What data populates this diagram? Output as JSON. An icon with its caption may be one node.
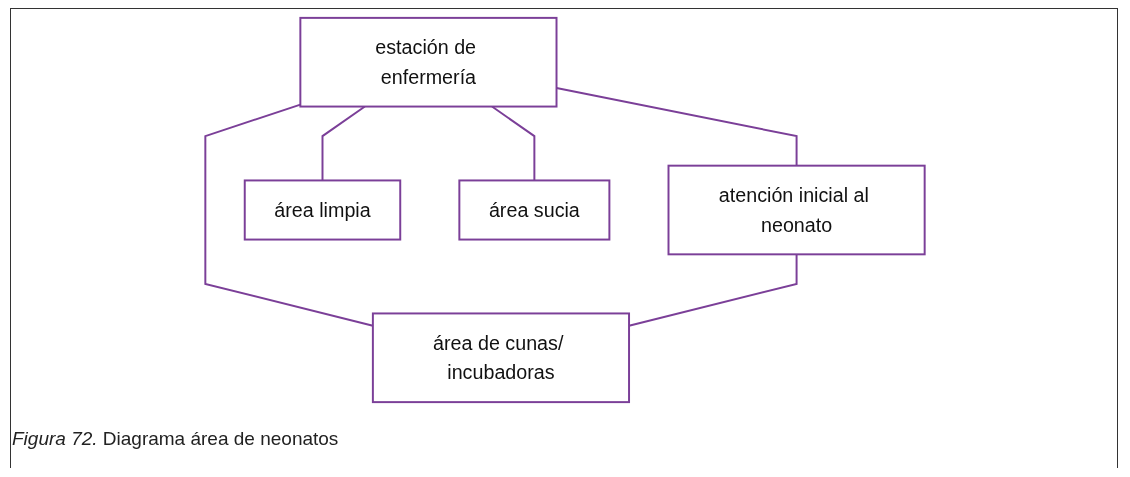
{
  "diagram": {
    "caption": "*Figura 72.* Diagrama área de neonatos",
    "nodes": [
      {
        "text": [
          "atención inicial al neonato"
        ]
      },
      {
        "text": [
          "estación de enfermería"
        ]
      },
      {
        "text": [
          "área limpia"
        ]
      },
      {
        "text": [
          "área sucia"
        ]
      },
      {
        "text": [
          "área de cunas/ incubadoras"
        ]
      }
    ],
    "edges": [
      {
        "from": 1,
        "to": 0,
        "arrow": "none"
      },
      {
        "from": 1,
        "to": 4,
        "arrow": "none"
      },
      {
        "from": 0,
        "to": 4,
        "arrow": "none"
      },
      {
        "from": 1,
        "to": 2,
        "arrow": "none"
      },
      {
        "from": 1,
        "to": 3,
        "arrow": "none"
      }
    ]
  }
}
